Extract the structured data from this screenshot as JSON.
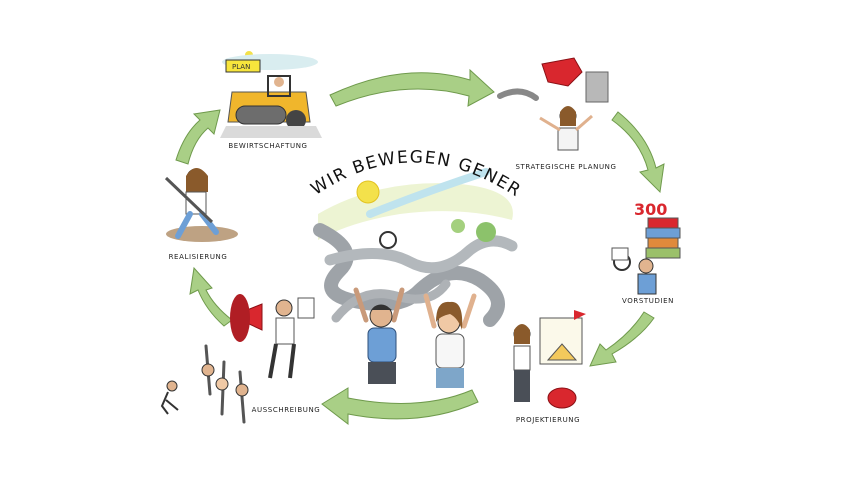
{
  "title": "WIR BEWEGEN GENERATIONEN",
  "stages": [
    {
      "label": "BEWIRTSCHAFTUNG"
    },
    {
      "label": "STRATEGISCHE PLANUNG"
    },
    {
      "label": "VORSTUDIEN"
    },
    {
      "label": "PROJEKTIERUNG"
    },
    {
      "label": "AUSSCHREIBUNG"
    },
    {
      "label": "REALISIERUNG"
    }
  ],
  "signs": {
    "top": "PLAN",
    "stack": "300"
  },
  "colors": {
    "arrow": "#a9cf86",
    "arrow_stroke": "#6f9a4c",
    "sun": "#f3e14b",
    "road": "#9ea3a8",
    "megaphone": "#d9272e",
    "piggy": "#d9272e",
    "roller": "#f0b62c"
  }
}
